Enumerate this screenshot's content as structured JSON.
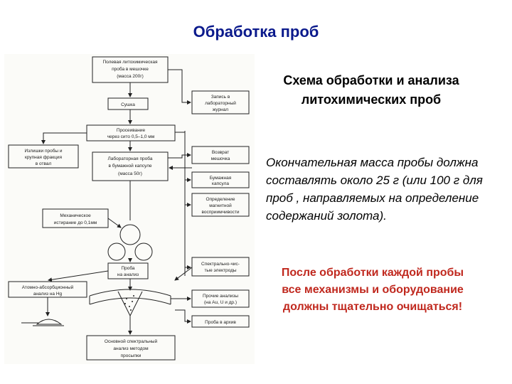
{
  "title": "Обработка проб",
  "heading": "Схема обработки и анализа литохимических проб",
  "note": "Окончательная масса пробы должна составлять около 25 г (или 100 г для проб , направляемых на определение содержаний золота).",
  "warning": "После обработки каждой пробы все механизмы и оборудование должны тщательно очищаться!",
  "diagram": {
    "field_sample": [
      "Полевая литохимическая",
      "проба в мешочке",
      "(масса 200г)"
    ],
    "log_entry": [
      "Запись в",
      "лабораторный",
      "журнал"
    ],
    "drying": [
      "Сушка"
    ],
    "sieving": [
      "Просеивание",
      "через сито 0,5–1,0 мм"
    ],
    "excess": [
      "Излишки пробы и",
      "крупная фракция",
      "в отвал"
    ],
    "return": [
      "Возврат",
      "мешочка"
    ],
    "lab_sample": [
      "Лабораторная проба",
      "в бумажной капсуле",
      "(масса 50г)"
    ],
    "paper_capsule": [
      "Бумажная",
      "капсула"
    ],
    "magnetic": [
      "Определение",
      "магнитной",
      "восприимчивости"
    ],
    "grinding": [
      "Механическое",
      "истирание до 0,1мм"
    ],
    "analysis_sample": [
      "Проба",
      "на анализ"
    ],
    "electrodes": [
      "Спектрально-чис-",
      "тые электроды"
    ],
    "atomic_abs": [
      "Атомно-абсорбционный",
      "анализ на Hg"
    ],
    "other_analyses": [
      "Прочие анализы",
      "(на Au, U и др.)"
    ],
    "archive": [
      "Проба в архив"
    ],
    "spectral": [
      "Основной спектральный",
      "анализ методом",
      "просыпки"
    ]
  }
}
